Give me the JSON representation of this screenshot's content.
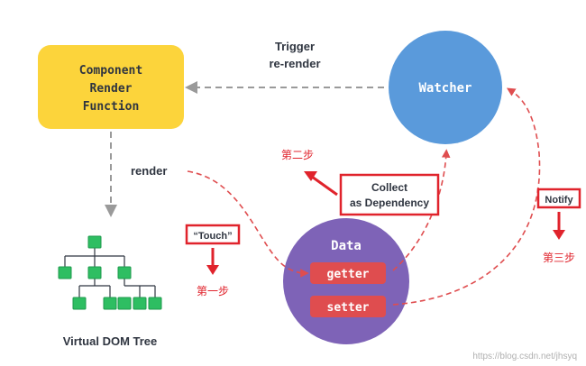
{
  "component": {
    "line1": "Component",
    "line2": "Render",
    "line3": "Function"
  },
  "watcher": {
    "label": "Watcher"
  },
  "data": {
    "title": "Data",
    "getter": "getter",
    "setter": "setter"
  },
  "trigger": {
    "line1": "Trigger",
    "line2": "re-render"
  },
  "render_label": "render",
  "collect": {
    "line1": "Collect",
    "line2": "as Dependency"
  },
  "touch_label": "“Touch”",
  "notify_label": "Notify",
  "steps": {
    "step1": "第一步",
    "step2": "第二步",
    "step3": "第三步"
  },
  "vdom_label": "Virtual DOM Tree",
  "watermark": "https://blog.csdn.net/jhsyq",
  "colors": {
    "component_fill": "#fcd43b",
    "watcher_fill": "#5a9adb",
    "data_fill": "#7e63b7",
    "pill_fill": "#df4d4f",
    "annotation_red": "#e0232c",
    "node_green": "#2ebe62",
    "dash_gray": "#9a9a9a",
    "text_dark": "#2f3540"
  }
}
